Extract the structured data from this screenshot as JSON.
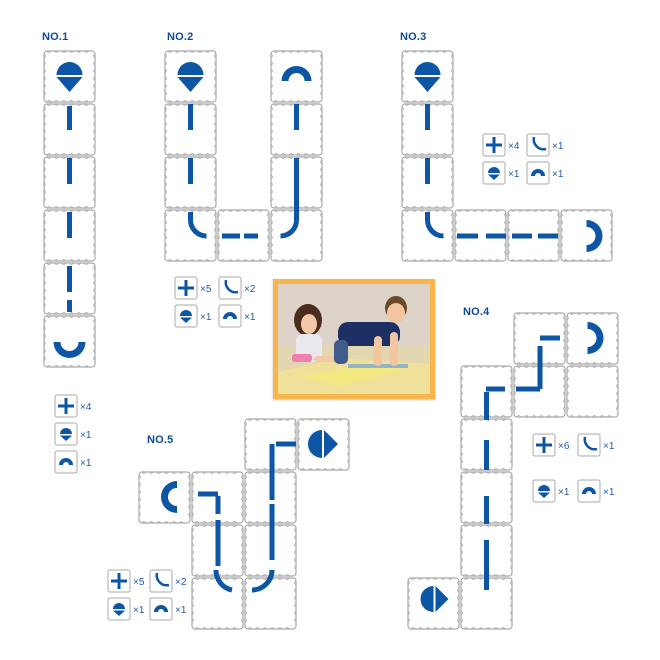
{
  "colors": {
    "tile_stroke": "#a9a9a9",
    "tile_fill": "#ffffff",
    "track": "#0d56a6",
    "label": "#0d4a96",
    "frame": "#f7b54c"
  },
  "layouts": [
    {
      "id": "no1",
      "label": "NO.1"
    },
    {
      "id": "no2",
      "label": "NO.2"
    },
    {
      "id": "no3",
      "label": "NO.3"
    },
    {
      "id": "no4",
      "label": "NO.4"
    },
    {
      "id": "no5",
      "label": "NO.5"
    }
  ],
  "inventories": [
    {
      "id": "no1",
      "items": [
        {
          "icon": "cross-tile-icon",
          "count": "×4"
        },
        {
          "icon": "start-tile-icon",
          "count": "×1"
        },
        {
          "icon": "end-tile-icon",
          "count": "×1"
        }
      ]
    },
    {
      "id": "no2",
      "items": [
        {
          "icon": "cross-tile-icon",
          "count": "×5"
        },
        {
          "icon": "curve-tile-icon",
          "count": "×2"
        },
        {
          "icon": "start-tile-icon",
          "count": "×1"
        },
        {
          "icon": "end-tile-icon",
          "count": "×1"
        }
      ]
    },
    {
      "id": "no3",
      "items": [
        {
          "icon": "cross-tile-icon",
          "count": "×4"
        },
        {
          "icon": "curve-tile-icon",
          "count": "×1"
        },
        {
          "icon": "start-tile-icon",
          "count": "×1"
        },
        {
          "icon": "end-tile-icon",
          "count": "×1"
        }
      ]
    },
    {
      "id": "no4",
      "items": [
        {
          "icon": "cross-tile-icon",
          "count": "×6"
        },
        {
          "icon": "curve-tile-icon",
          "count": "×1"
        },
        {
          "icon": "start-tile-icon",
          "count": "×1"
        },
        {
          "icon": "end-tile-icon",
          "count": "×1"
        }
      ]
    },
    {
      "id": "no5",
      "items": [
        {
          "icon": "cross-tile-icon",
          "count": "×5"
        },
        {
          "icon": "curve-tile-icon",
          "count": "×2"
        },
        {
          "icon": "start-tile-icon",
          "count": "×1"
        },
        {
          "icon": "end-tile-icon",
          "count": "×1"
        }
      ]
    }
  ],
  "photo": {
    "subject": "children-playing-photo"
  }
}
